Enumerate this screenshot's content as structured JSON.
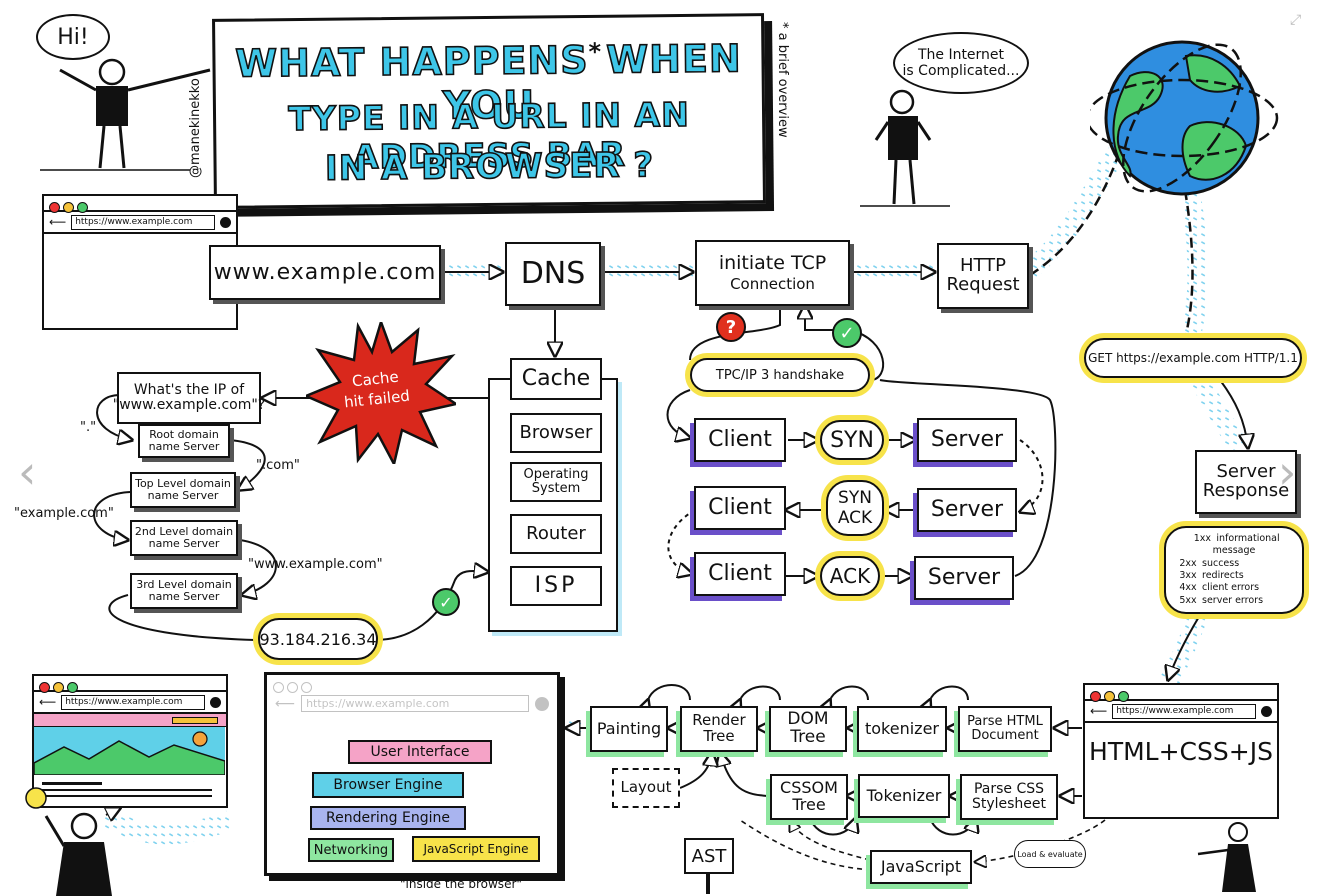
{
  "title": {
    "line1": "WHAT HAPPENS",
    "asterisk": "*",
    "line1b": "WHEN YOU",
    "line2": "TYPE IN A URL IN AN ADDRESS BAR",
    "line3": "IN A BROWSER ?",
    "side_note": "* a brief overview",
    "author": "@manekinekko"
  },
  "speech": {
    "hi": "Hi!",
    "internet_line1": "The Internet",
    "internet_line2": "is Complicated..."
  },
  "browser_top": {
    "url": "https://www.example.com"
  },
  "flow": {
    "url_box": "www.example.com",
    "dns": "DNS",
    "tcp_line1": "initiate TCP",
    "tcp_line2": "Connection",
    "http_line1": "HTTP",
    "http_line2": "Request"
  },
  "cache": {
    "title": "Cache",
    "items": [
      "Browser",
      "Operating System",
      "Router",
      "ISP"
    ],
    "failed_line1": "Cache",
    "failed_line2": "hit failed"
  },
  "dns_lookup": {
    "question_line1": "What's the IP of",
    "question_line2": "\"www.example.com\"?",
    "root_line1": "Root domain",
    "root_line2": "name Server",
    "tld_line1": "Top Level domain",
    "tld_line2": "name Server",
    "sld_line1": "2nd Level domain",
    "sld_line2": "name Server",
    "third_line1": "3rd Level domain",
    "third_line2": "name Server",
    "label_dot": "\".\"",
    "label_com": "\".com\"",
    "label_example": "\"example.com\"",
    "label_www": "\"www.example.com\"",
    "ip": "93.184.216.34"
  },
  "handshake": {
    "label": "TPC/IP 3 handshake",
    "client": "Client",
    "server": "Server",
    "syn": "SYN",
    "synack_line1": "SYN",
    "synack_line2": "ACK",
    "ack": "ACK"
  },
  "request": {
    "get_line": "GET https://example.com HTTP/1.1",
    "response_line1": "Server",
    "response_line2": "Response",
    "codes": [
      {
        "code": "1xx",
        "desc": "informational message"
      },
      {
        "code": "2xx",
        "desc": "success"
      },
      {
        "code": "3xx",
        "desc": "redirects"
      },
      {
        "code": "4xx",
        "desc": "client errors"
      },
      {
        "code": "5xx",
        "desc": "server errors"
      }
    ]
  },
  "rendering": {
    "browser_url": "https://www.example.com",
    "html_css_js": "HTML+CSS+JS",
    "parse_html_line1": "Parse HTML",
    "parse_html_line2": "Document",
    "tokenizer1": "tokenizer",
    "tokenizer2": "Tokenizer",
    "dom_line1": "DOM",
    "dom_line2": "Tree",
    "cssom_line1": "CSSOM",
    "cssom_line2": "Tree",
    "parse_css_line1": "Parse CSS",
    "parse_css_line2": "Stylesheet",
    "render_line1": "Render",
    "render_line2": "Tree",
    "painting": "Painting",
    "layout": "Layout",
    "javascript": "JavaScript",
    "load_eval": "Load & evaluate",
    "ast": "AST"
  },
  "inside_browser": {
    "url": "https://www.example.com",
    "layers": [
      "User Interface",
      "Browser Engine",
      "Rendering Engine",
      "Networking",
      "JavaScript Engine"
    ],
    "caption": "\"inside the browser\""
  },
  "colors": {
    "title_fill": "#3ec6e8",
    "ui_layer": "#f5a3c7",
    "browser_engine": "#5fd0e8",
    "rendering_engine": "#a9b4ef",
    "networking": "#8ee6a0",
    "js_engine": "#f7e34a",
    "globe_ocean": "#2f8ee0",
    "globe_land": "#4cc96a",
    "cache_burst": "#d9281c"
  }
}
